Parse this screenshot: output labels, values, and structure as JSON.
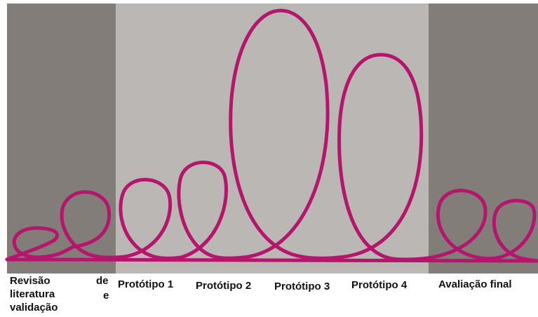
{
  "colors": {
    "band_dark": "#827d79",
    "band_light": "#bab7b4",
    "spiral": "#b5156c",
    "label": "#111111"
  },
  "labels": {
    "revisao_line1": "Revisão",
    "revisao_line2": "literatura",
    "revisao_line3": "validação",
    "de": "de",
    "e": "e",
    "prototipo1": "Protótipo 1",
    "prototipo2": "Protótipo 2",
    "prototipo3": "Protótipo 3",
    "prototipo4": "Protótipo 4",
    "avaliacao_final": "Avaliação final"
  }
}
